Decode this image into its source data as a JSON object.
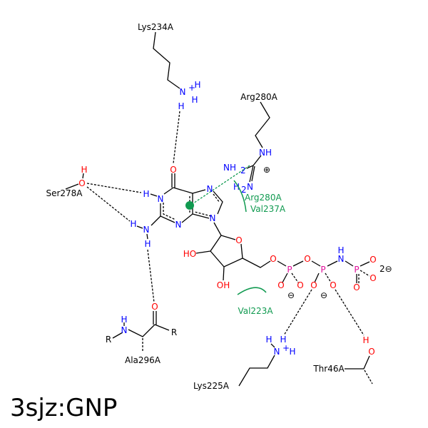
{
  "title": "3sjz:GNP",
  "residues": {
    "lys234": "Lys234A",
    "arg280": "Arg280A",
    "ser278": "Ser278A",
    "ala296": "Ala296A",
    "lys225": "Lys225A",
    "thr46": "Thr46A"
  },
  "contacts": {
    "arg280": "Arg280A",
    "val237": "Val237A",
    "val223": "Val223A"
  },
  "atoms": {
    "N": "N",
    "O": "O",
    "H": "H",
    "P": "P",
    "R": "R",
    "HO": "HO",
    "OH": "OH",
    "NH": "NH",
    "NH2": "NH",
    "H2N": "H",
    "sub2": "2",
    "plus": "+",
    "charge_pos": "⊕",
    "charge_neg": "⊖",
    "charge_2neg": "2⊖"
  },
  "colors": {
    "hbond": "#000000",
    "pi_interaction": "#109a50",
    "hydrophobic": "#109a50",
    "nitrogen": "#0000ff",
    "oxygen": "#ff0000",
    "phosphorus": "#e0109a"
  }
}
